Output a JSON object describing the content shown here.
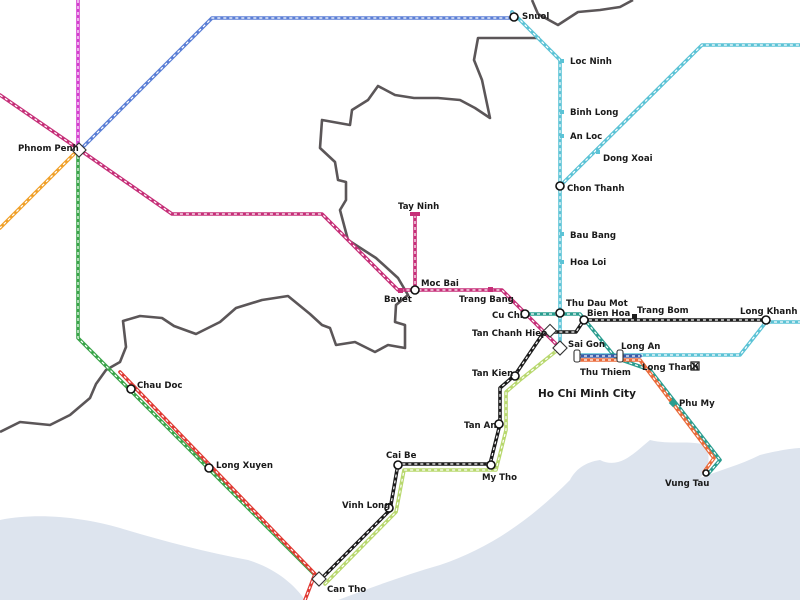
{
  "map_title": "Ho Chi Minh City",
  "colors": {
    "blue": "#5b7fd6",
    "magenta": "#d43fcf",
    "rose": "#c62f78",
    "orange": "#f0a12a",
    "green": "#3aa54a",
    "red": "#e03a33",
    "cyan": "#5cc3d6",
    "black": "#1c1c1c",
    "lime": "#b8d86e",
    "teal": "#2a9d8f",
    "coral": "#ea6a3a",
    "navy": "#3a5aa8"
  },
  "stations": {
    "snuol": "Snuol",
    "loc_ninh": "Loc Ninh",
    "binh_long": "Binh Long",
    "an_loc": "An Loc",
    "dong_xoai": "Dong Xoai",
    "chon_thanh": "Chon Thanh",
    "bau_bang": "Bau Bang",
    "hoa_loi": "Hoa Loi",
    "phnom_penh": "Phnom Penh",
    "tay_ninh": "Tay Ninh",
    "moc_bai": "Moc Bai",
    "bavet": "Bavet",
    "trang_bang": "Trang Bang",
    "cu_chi": "Cu Chi",
    "thu_dau_mot": "Thu Dau Mot",
    "bien_hoa": "Bien Hoa",
    "trang_bom": "Trang Bom",
    "long_khanh": "Long Khanh",
    "tan_chanh_hiep": "Tan Chanh Hiep",
    "sai_gon": "Sai Gon",
    "long_an": "Long An",
    "thu_thiem": "Thu Thiem",
    "long_thanh": "Long Thanh",
    "tan_kien": "Tan Kien",
    "phu_my": "Phu My",
    "tan_an": "Tan An",
    "vung_tau": "Vung Tau",
    "chau_doc": "Chau Doc",
    "long_xuyen": "Long Xuyen",
    "cai_be": "Cai Be",
    "my_tho": "My Tho",
    "vinh_long": "Vinh Long",
    "can_tho": "Can Tho"
  }
}
